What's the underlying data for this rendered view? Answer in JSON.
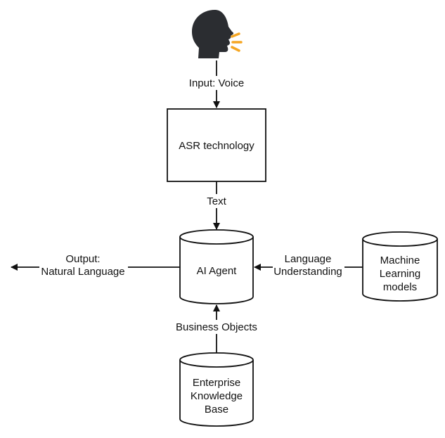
{
  "diagram": {
    "icon": {
      "name": "speaking-head-icon",
      "head_color": "#2b2d31",
      "sound_color": "#f5a623"
    },
    "nodes": {
      "asr": {
        "label": "ASR technology",
        "shape": "rectangle"
      },
      "ai_agent": {
        "label": "AI Agent",
        "shape": "cylinder"
      },
      "ml": {
        "lines": [
          "Machine",
          "Learning",
          "models"
        ],
        "shape": "cylinder"
      },
      "ekb": {
        "lines": [
          "Enterprise",
          "Knowledge",
          "Base"
        ],
        "shape": "cylinder"
      }
    },
    "edges": {
      "voice": {
        "label": "Input: Voice",
        "from": "speaker",
        "to": "asr"
      },
      "text": {
        "label": "Text",
        "from": "asr",
        "to": "ai_agent"
      },
      "output": {
        "lines": [
          "Output:",
          "Natural Language"
        ],
        "from": "ai_agent",
        "to": "external"
      },
      "language": {
        "lines": [
          "Language",
          "Understanding"
        ],
        "from": "ml",
        "to": "ai_agent"
      },
      "business": {
        "label": "Business Objects",
        "from": "ekb",
        "to": "ai_agent"
      }
    }
  }
}
